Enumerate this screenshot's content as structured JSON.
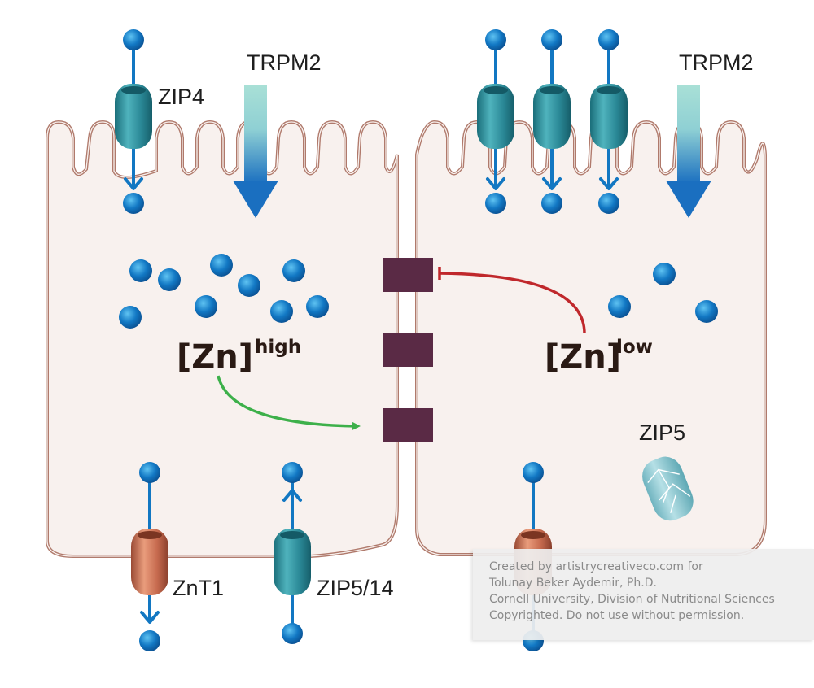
{
  "labels": {
    "trpm2_left": "TRPM2",
    "trpm2_right": "TRPM2",
    "zip4": "ZIP4",
    "znt1": "ZnT1",
    "zip5_14": "ZIP5/14",
    "zip5": "ZIP5",
    "zn_high_base": "[Zn]",
    "zn_high_sup": "high",
    "zn_low_base": "[Zn]",
    "zn_low_sup": "low"
  },
  "credit": {
    "line1": "Created by artistrycreativeco.com for",
    "line2": "Tolunay Beker Aydemir, Ph.D.",
    "line3": "Cornell University, Division of Nutritional Sciences",
    "line4": "Copyrighted. Do not use without permission."
  },
  "colors": {
    "cell_fill": "#f8f1ee",
    "cell_outline": "#b07a6c",
    "zinc_ion": "#1277c2",
    "transporter_teal": "#2f8f9a",
    "transporter_copper": "#c97258",
    "junction": "#5a2a45",
    "inhibition_arrow": "#c0282c",
    "activation_arrow": "#3db04a",
    "trpm2_top": "#a9e0d6",
    "trpm2_bottom": "#1a6fc0"
  },
  "icons": {
    "zinc": "blue-sphere",
    "transporter": "barrel-channel"
  }
}
